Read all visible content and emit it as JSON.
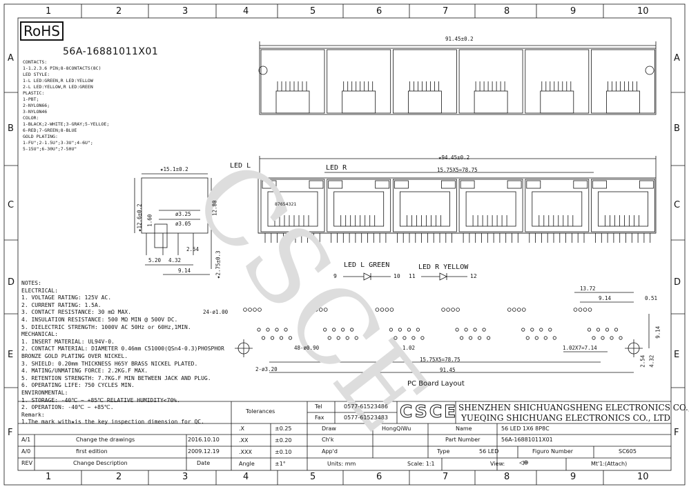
{
  "zones_h": [
    "1",
    "2",
    "3",
    "4",
    "5",
    "6",
    "7",
    "8",
    "9",
    "10"
  ],
  "zones_v": [
    "A",
    "B",
    "C",
    "D",
    "E",
    "F"
  ],
  "rohs": "RoHS",
  "part_code": "56A-16881011X01",
  "contacts_lines": [
    "CONTACTS:",
    "1-1.2.3.6 PIN;8-8CONTACTS(8C)",
    "LED STYLE:",
    "1-L LED:GREEN,R LED:YELLOW",
    "2-L LED:YELLOW,R LED:GREEN",
    "PLASTIC:",
    "1-PBT;",
    "2-NYLON66;",
    "3-NYLON46",
    "COLOR:",
    "1-BLACK;2-WHITE;3-GRAY;5-YELLOE;",
    "6-RED;7-GREEN;8-BLUE",
    "GOLD PLATING:",
    "1-FU\";2-1.5U\";3-3U\";4-6U\";",
    "5-15U\";6-30U\";7-50U\""
  ],
  "notes_lines": [
    "NOTES:",
    "ELECTRICAL:",
    "1. VOLTAGE RATING: 125V AC.",
    "2. CURRENT RATING: 1.5A.",
    "3. CONTACT RESISTANCE: 30 mΩ MAX.",
    "4. INSULATION RESISTANCE: 500 MΩ MIN @ 500V DC.",
    "5. DIELECTRIC STRENGTH: 1000V AC 50Hz or 60Hz,1MIN.",
    "MECHANICAL:",
    "1. INSERT MATERIAL: UL94V-0.",
    "2. CONTACT MATERIAL: DIAMETER 0.46mm C51000(QSn4-0.3)PHOSPHOR",
    "       BRONZE GOLD PLATING OVER NICKEL.",
    "3. SHIELD: 0.20mm THICKNESS H65Y BRASS NICKEL PLATED.",
    "4. MATING/UNMATING FORCE: 2.2KG.F MAX.",
    "5. RETENTION STRENGTH: 7.7KG.F MIN BETWEEN JACK AND PLUG.",
    "6. OPERATING LIFE: 750 CYCLES MIN.",
    "ENVIRONMENTAL:",
    "1. STORAGE: -40℃ ~ +85℃ RELATIVE HUMIDITY<70%.",
    "2. OPERATION: -40℃ ~ +85℃.",
    "Remark:",
    "1.The mark with★is the key inspection dimension for QC."
  ],
  "dims": {
    "top_width": "91.45±0.2",
    "front_width": "★94.45±0.2",
    "pitch": "15.75X5=78.75",
    "led_l": "LED L",
    "led_r": "LED R",
    "side_width": "★15.1±0.2",
    "side_h1": "★12.6±0.2",
    "side_h2": "12.80",
    "side_160": "1.60",
    "side_d325": "ø3.25",
    "side_d305": "ø3.05",
    "side_254": "2.54",
    "side_520": "5.20",
    "side_432": "4.32",
    "side_914": "9.14",
    "side_275": "★2.75±0.3",
    "pin_nums": "87654321",
    "pcb_13_72": "13.72",
    "pcb_9_14": "9.14",
    "pcb_0_51": "0.51",
    "pcb_9_14v": "9.14",
    "pcb_24": "24-ø1.00",
    "pcb_48": "48-ø0.90",
    "pcb_2": "2-ø3.20",
    "pcb_102": "1.02",
    "pcb_102x7": "1.02X7=7.14",
    "pcb_pitch": "15.75X5=78.75",
    "pcb_width": "91.45",
    "pcb_254": "2.54",
    "pcb_432": "4.32",
    "pcb_title": "PC Board Layout"
  },
  "led_schem": {
    "left_label": "LED L GREEN",
    "left_a": "9",
    "left_b": "10",
    "right_label": "LED R YELLOW",
    "right_a": "11",
    "right_b": "12"
  },
  "title_block": {
    "tolerances": "Tolerances",
    "tol_rows": [
      {
        "k": ".X",
        "v": "±0.25"
      },
      {
        "k": ".XX",
        "v": "±0.20"
      },
      {
        "k": ".XXX",
        "v": "±0.10"
      },
      {
        "k": "Angle",
        "v": "±1°"
      }
    ],
    "tel_label": "Tel",
    "tel": "0577-61523486",
    "fax_label": "Fax",
    "fax": "0577-61523483",
    "logo": "CSCE",
    "company1": "SHENZHEN SHICHUANGSHENG ELECTRONICS CO.,LTD",
    "company2": "YUEQING SHICHUANG ELECTRONICS CO., LTD",
    "draw_label": "Draw",
    "draw_name": "HongQiWu",
    "chk_label": "Ch'k",
    "appd_label": "App'd",
    "units": "Units: mm",
    "name_label": "Name",
    "name_value": "56 LED 1X6 8P8C",
    "partnumber_label": "Part Number",
    "partnumber_value": "56A-16881011X01",
    "type_label": "Type",
    "type_value": "56 LED",
    "figuro_label": "Figuro Number",
    "figuro_value": "SC605",
    "scale": "Scale: 1:1",
    "view": "View:",
    "mt": "Mt'1:(Attach)",
    "rev_rows": [
      {
        "rev": "A/1",
        "desc": "Change the drawings",
        "date": "2016.10.10"
      },
      {
        "rev": "A/0",
        "desc": "first edition",
        "date": "2009.12.19"
      }
    ],
    "rev_header": {
      "rev": "REV",
      "desc": "Change Description",
      "date": "Date"
    }
  }
}
